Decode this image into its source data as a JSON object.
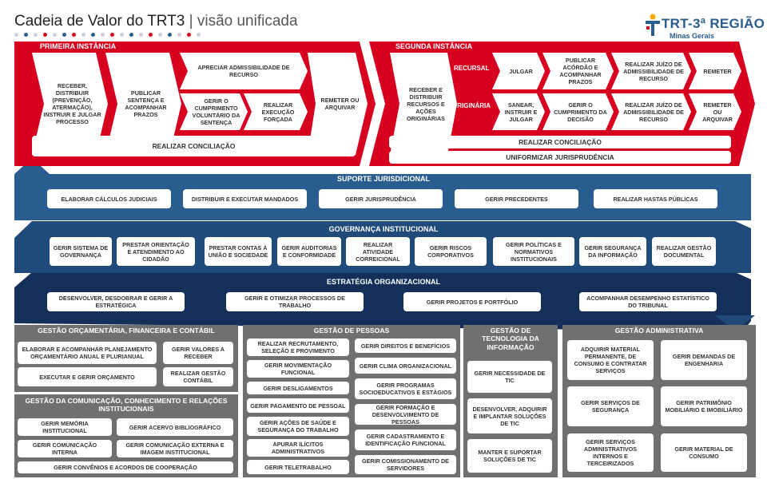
{
  "header": {
    "title": "Cadeia de Valor do TRT3",
    "separator": "|",
    "subtitle": "visão unificada",
    "logo_text": "TRT-3ª REGIÃO",
    "logo_sub": "Minas Gerais"
  },
  "colors": {
    "red": "#d7001f",
    "dark_red": "#a8001a",
    "support_blue": "#2a5d8f",
    "gov_blue": "#1f4a7a",
    "strategy_blue": "#14305a",
    "panel_gray": "#707070"
  },
  "primeira": {
    "title": "Primeira Instância",
    "steps": {
      "receber": "Receber, distribuir (prevenção, atermação), instruir e julgar processo",
      "publicar": "Publicar sentença e acompanhar prazos",
      "apreciar": "Apreciar admissibilidade de recurso",
      "gerir_cumprimento": "Gerir o cumprimento voluntário da sentença",
      "execucao": "Realizar execução forçada",
      "remeter": "Remeter ou arquivar"
    },
    "conciliacao": "Realizar conciliação"
  },
  "segunda": {
    "title": "Segunda Instância",
    "receber": "Receber e distribuir recursos e ações originárias",
    "recursal_label": "Recursal",
    "originaria_label": "Originária",
    "recursal_steps": [
      "Julgar",
      "Publicar acórdão e acompanhar prazos",
      "Realizar juízo de admissibilidade de recurso",
      "Remeter"
    ],
    "originaria_steps": [
      "Sanear, instruir e julgar",
      "Gerir o cumprimento da decisão",
      "Realizar juízo de admissibilidade de recurso",
      "Remeter ou arquivar"
    ],
    "conciliacao": "Realizar conciliação",
    "uniformizar": "Uniformizar jurisprudência"
  },
  "suporte": {
    "title": "Suporte Jurisdicional",
    "items": [
      "Elaborar cálculos judiciais",
      "Distribuir e executar mandados",
      "Gerir jurisprudência",
      "Gerir precedentes",
      "Realizar hastas públicas"
    ]
  },
  "governanca": {
    "title": "Governança Institucional",
    "items": [
      "Gerir sistema de governança",
      "Prestar orientação e atendimento ao cidadão",
      "Prestar contas à União e sociedade",
      "Gerir auditorias e conformidade",
      "Realizar atividade correicional",
      "Gerir riscos corporativos",
      "Gerir políticas e normativos institucionais",
      "Gerir segurança da informação",
      "Realizar gestão documental"
    ]
  },
  "estrategia": {
    "title": "Estratégia Organizacional",
    "items": [
      "Desenvolver, desdobrar e gerir a estratégica",
      "Gerir e otimizar processos de trabalho",
      "Gerir projetos e portfólio",
      "Acompanhar desempenho estatístico do tribunal"
    ]
  },
  "orcamentaria": {
    "title": "Gestão Orçamentária, Financeira e Contábil",
    "items": [
      "Elaborar e acompanhar planejamento orçamentário anual e plurianual",
      "Gerir valores a receber",
      "Executar e gerir orçamento",
      "Realizar gestão contábil"
    ]
  },
  "comunicacao": {
    "title": "Gestão da Comunicação, Conhecimento e Relações Institucionais",
    "items": [
      "Gerir memória institucional",
      "Gerir acervo bibliográfico",
      "Gerir comunicação interna",
      "Gerir comunicação externa e imagem institucional",
      "Gerir convênios e acordos de cooperação"
    ]
  },
  "pessoas": {
    "title": "Gestão de Pessoas",
    "left": [
      "Realizar recrutamento, seleção e provimento",
      "Gerir movimentação funcional",
      "Gerir desligamentos",
      "Gerir pagamento de pessoal",
      "Gerir ações de saúde e segurança do trabalho",
      "Apurar ilícitos administrativos",
      "Gerir teletrabalho"
    ],
    "right": [
      "Gerir direitos e benefícios",
      "Gerir clima organizacional",
      "Gerir programas socioeducativos e estágios",
      "Gerir formação e desenvolvimento de pessoas",
      "Gerir cadastramento e identificação funcional",
      "Gerir comissionamento de servidores"
    ]
  },
  "ti": {
    "title": "Gestão de Tecnologia da Informação",
    "items": [
      "Gerir necessidade de TIC",
      "Desenvolver, adquirir e implantar soluções de TIC",
      "Manter e suportar soluções de TIC"
    ]
  },
  "administrativa": {
    "title": "Gestão Administrativa",
    "items": [
      "Adquirir material permanente, de consumo e contratar serviços",
      "Gerir demandas de engenharia",
      "Gerir serviços de segurança",
      "Gerir patrimônio mobiliário e imobiliário",
      "Gerir serviços administrativos internos e terceirizados",
      "Gerir material de consumo"
    ]
  }
}
